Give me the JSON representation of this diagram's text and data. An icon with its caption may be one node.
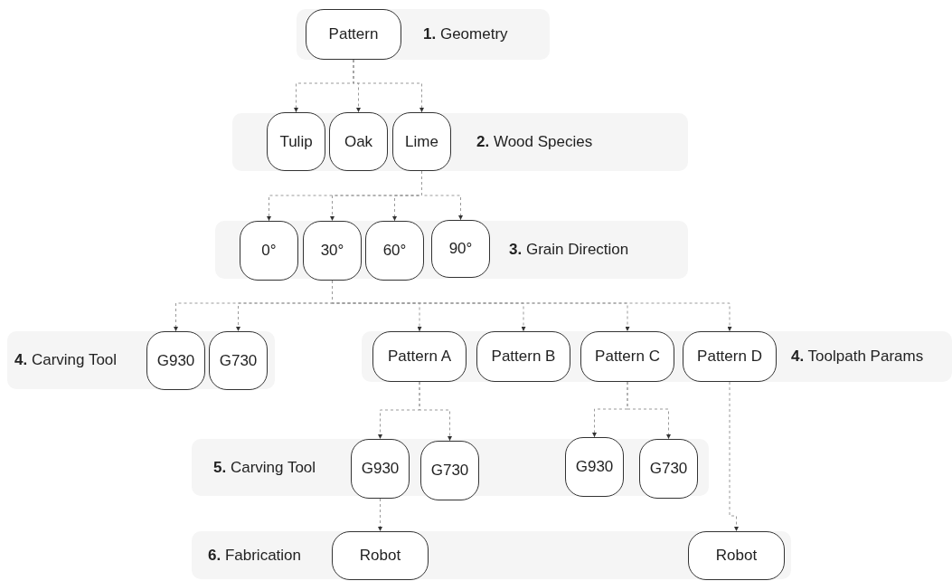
{
  "diagram": {
    "nodes": [
      {
        "text": [
          "**1.** Geometry"
        ]
      },
      {
        "text": [
          "Pattern"
        ],
        "in": 0
      },
      {
        "text": [
          "**2.** Wood Species"
        ]
      },
      {
        "text": [
          "Tulip"
        ],
        "in": 2
      },
      {
        "text": [
          "Oak"
        ],
        "in": 2
      },
      {
        "text": [
          "Lime"
        ],
        "in": 2
      },
      {
        "text": [
          "**3.** Grain Direction"
        ]
      },
      {
        "text": [
          "0°"
        ],
        "in": 6
      },
      {
        "text": [
          "30°"
        ],
        "in": 6
      },
      {
        "text": [
          "60°"
        ],
        "in": 6
      },
      {
        "text": [
          "90°"
        ],
        "in": 6
      },
      {
        "text": [
          "**4.** Carving Tool"
        ]
      },
      {
        "text": [
          "G930"
        ],
        "in": 11
      },
      {
        "text": [
          "G730"
        ],
        "in": 11
      },
      {
        "text": [
          "**4.** Toolpath Params"
        ]
      },
      {
        "text": [
          "Pattern A"
        ],
        "in": 14
      },
      {
        "text": [
          "Pattern B"
        ],
        "in": 14
      },
      {
        "text": [
          "Pattern C"
        ],
        "in": 14
      },
      {
        "text": [
          "Pattern D"
        ],
        "in": 14
      },
      {
        "text": [
          "**5.** Carving Tool"
        ]
      },
      {
        "text": [
          "G930"
        ],
        "in": 19
      },
      {
        "text": [
          "G730"
        ],
        "in": 19
      },
      {
        "text": [
          "G930"
        ],
        "in": 19
      },
      {
        "text": [
          "G730"
        ],
        "in": 19
      },
      {
        "text": [
          "**6.** Fabrication"
        ]
      },
      {
        "text": [
          "Robot"
        ],
        "in": 24
      },
      {
        "text": [
          "Robot"
        ],
        "in": 24
      }
    ],
    "edges": [
      {
        "from": 1,
        "to": 3,
        "arrow": "to",
        "style": "dashed"
      },
      {
        "from": 1,
        "to": 4,
        "arrow": "to",
        "style": "dashed"
      },
      {
        "from": 1,
        "to": 5,
        "arrow": "to",
        "style": "dashed"
      },
      {
        "from": 5,
        "to": 7,
        "arrow": "to",
        "style": "dashed"
      },
      {
        "from": 5,
        "to": 8,
        "arrow": "to",
        "style": "dashed"
      },
      {
        "from": 5,
        "to": 9,
        "arrow": "to",
        "style": "dashed"
      },
      {
        "from": 5,
        "to": 10,
        "arrow": "to",
        "style": "dashed"
      },
      {
        "from": 8,
        "to": 12,
        "arrow": "to",
        "style": "dashed"
      },
      {
        "from": 8,
        "to": 13,
        "arrow": "to",
        "style": "dashed"
      },
      {
        "from": 8,
        "to": 15,
        "arrow": "to",
        "style": "dashed"
      },
      {
        "from": 8,
        "to": 16,
        "arrow": "to",
        "style": "dashed"
      },
      {
        "from": 8,
        "to": 17,
        "arrow": "to",
        "style": "dashed"
      },
      {
        "from": 8,
        "to": 18,
        "arrow": "to",
        "style": "dashed"
      },
      {
        "from": 15,
        "to": 20,
        "arrow": "to",
        "style": "dashed"
      },
      {
        "from": 15,
        "to": 21,
        "arrow": "to",
        "style": "dashed"
      },
      {
        "from": 17,
        "to": 22,
        "arrow": "to",
        "style": "dashed"
      },
      {
        "from": 17,
        "to": 23,
        "arrow": "to",
        "style": "dashed"
      },
      {
        "from": 20,
        "to": 25,
        "arrow": "to",
        "style": "dashed"
      },
      {
        "from": 18,
        "to": 26,
        "arrow": "to",
        "style": "dashed"
      }
    ]
  }
}
